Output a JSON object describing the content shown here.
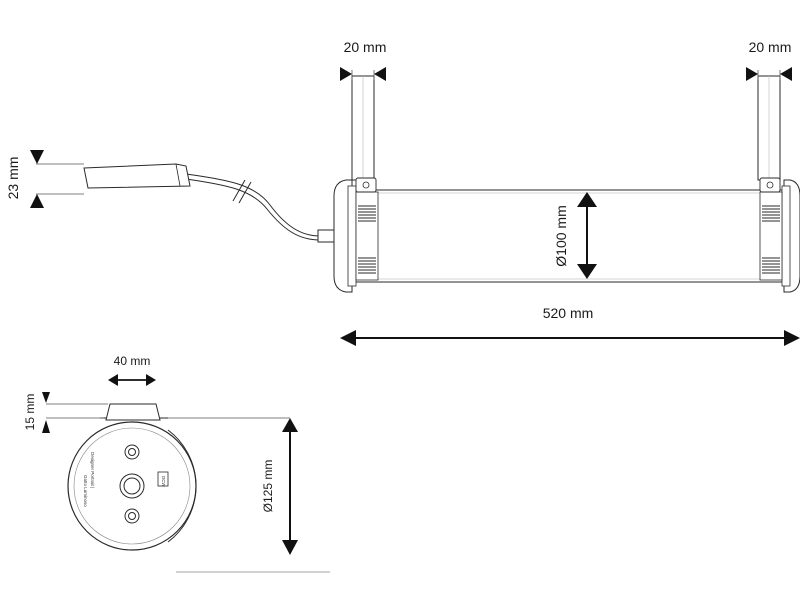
{
  "dimensions": {
    "left_hanger_width": "20 mm",
    "right_hanger_width": "20 mm",
    "driver_height": "23 mm",
    "tube_diameter": "Ø100 mm",
    "tube_length": "520 mm",
    "end_cap_width": "40 mm",
    "end_cap_height": "15 mm",
    "end_cap_diameter": "Ø125 mm"
  },
  "end_cap_marking": {
    "line_1": "Designer Portrait |",
    "line_2": "Gatto Luminoso",
    "logo": "DCW"
  }
}
